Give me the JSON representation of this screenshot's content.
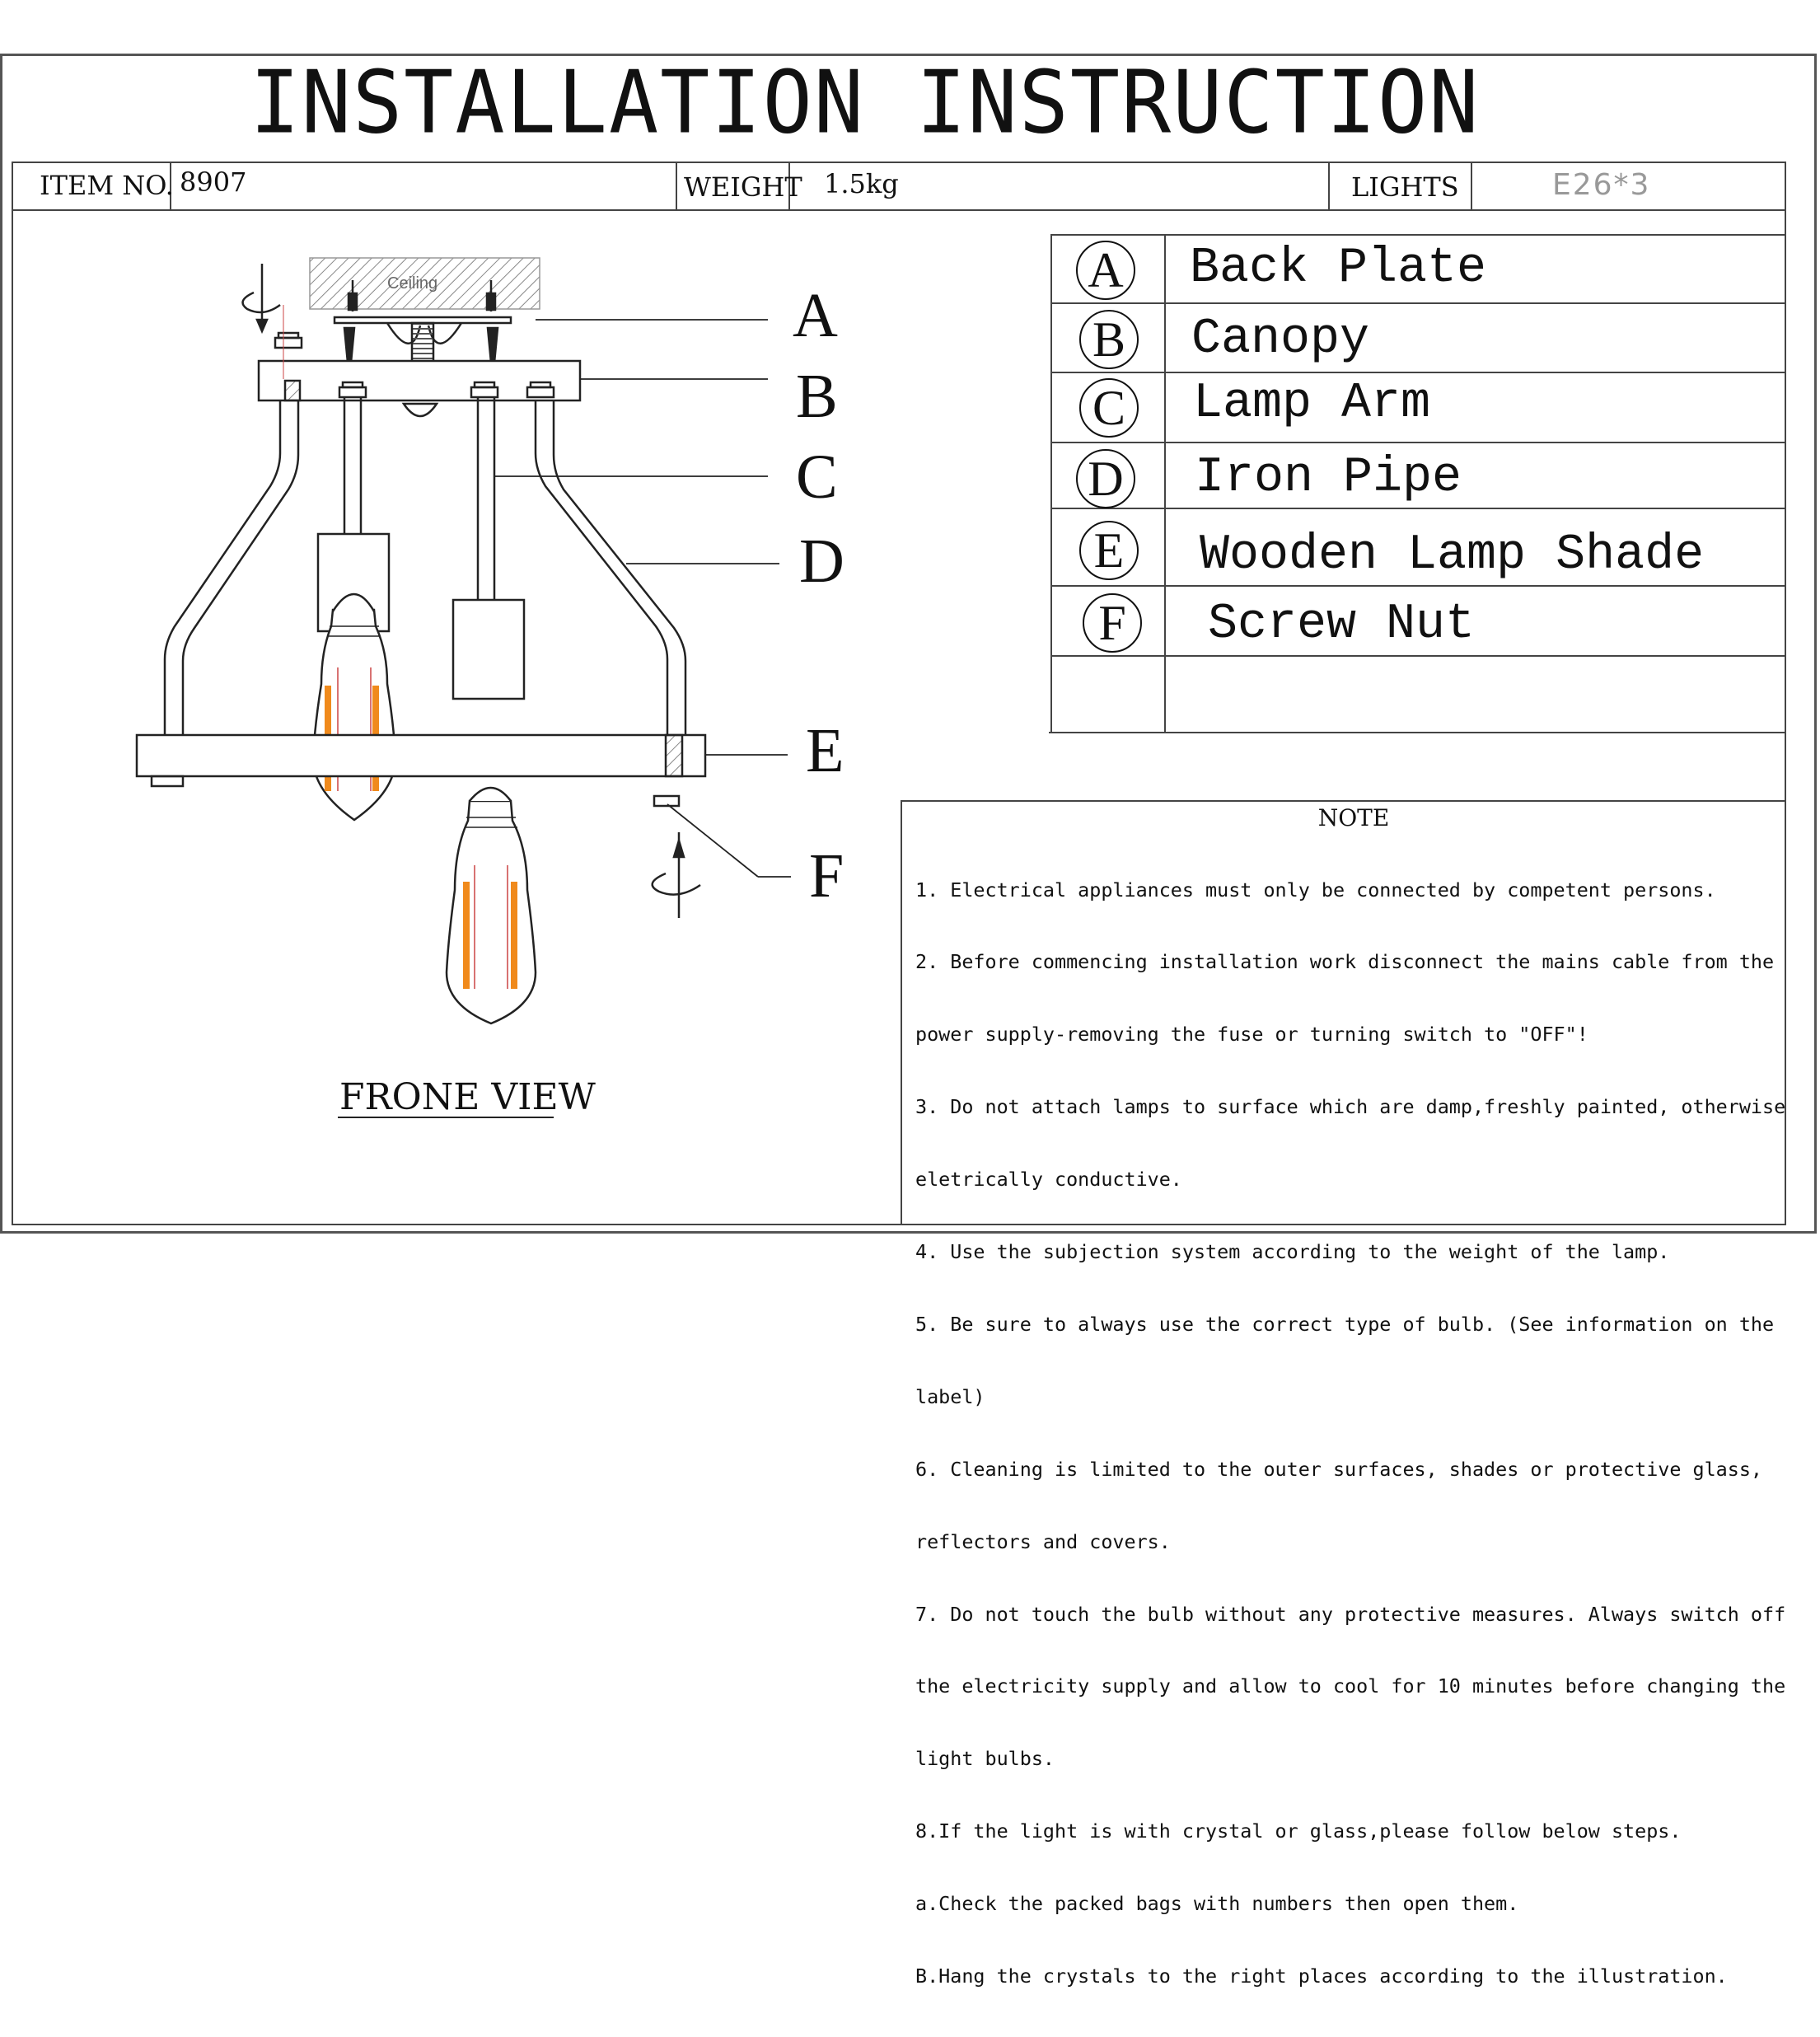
{
  "header": {
    "title": "INSTALLATION INSTRUCTION",
    "item_label": "ITEM NO.",
    "item_value": "8907",
    "weight_label": "WEIGHT",
    "weight_value": "1.5kg",
    "lights_label": "LIGHTS",
    "lights_value": "E26*3"
  },
  "parts": [
    {
      "letter": "A",
      "name": "Back Plate"
    },
    {
      "letter": "B",
      "name": "Canopy"
    },
    {
      "letter": "C",
      "name": "Lamp Arm"
    },
    {
      "letter": "D",
      "name": "Iron Pipe"
    },
    {
      "letter": "E",
      "name": "Wooden Lamp Shade"
    },
    {
      "letter": "F",
      "name": "Screw Nut"
    }
  ],
  "diagram": {
    "ceiling_label": "Ceiling",
    "view_label": "FRONE VIEW",
    "callouts": [
      "A",
      "B",
      "C",
      "D",
      "E",
      "F"
    ],
    "colors": {
      "filament": "#F08A1C",
      "line": "#222222",
      "hatch": "#888888"
    }
  },
  "note": {
    "heading": "NOTE",
    "lines": [
      "1. Electrical appliances must only be connected by competent persons.",
      "2. Before commencing installation work disconnect the mains cable from the",
      "power supply-removing the fuse or turning switch to \"OFF\"!",
      "3. Do not attach lamps to surface which are damp,freshly painted, otherwise",
      "eletrically conductive.",
      "4. Use the subjection system according to the weight of the lamp.",
      "5. Be sure to always use the correct type of bulb. (See information on the",
      "label)",
      "6. Cleaning is limited to the outer surfaces, shades or protective glass,",
      "reflectors and covers.",
      "7. Do not touch the bulb without any protective measures. Always switch off",
      "the electricity supply and allow to cool for 10 minutes before changing the",
      "light bulbs.",
      "8.If the light is with crystal or glass,please follow below steps.",
      "a.Check the packed bags with numbers then open them.",
      "B.Hang the crystals to the right places according to the illustration."
    ]
  }
}
